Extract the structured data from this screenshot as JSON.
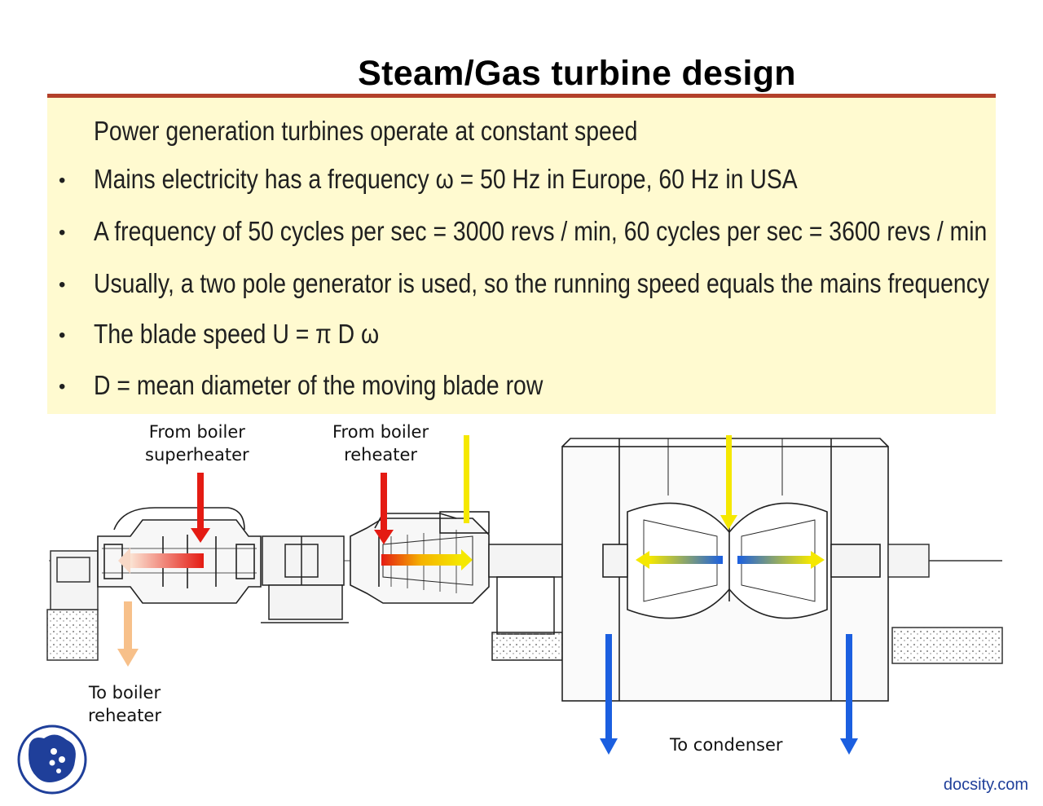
{
  "slide": {
    "title": "Steam/Gas turbine design",
    "intro": "Power generation turbines operate at constant speed",
    "bullets": [
      "Mains electricity has a frequency ω = 50 Hz in Europe, 60 Hz in USA",
      "A frequency of 50 cycles per sec = 3000 revs / min, 60 cycles per sec = 3600 revs / min",
      "Usually, a two pole generator is used, so the running speed equals the mains frequency",
      "The blade speed U = π D ω",
      "D = mean diameter of the moving blade row"
    ],
    "bullet_glyph": "•"
  },
  "diagram": {
    "labels": {
      "hp_inlet_line1": "From boiler",
      "hp_inlet_line2": "superheater",
      "ip_inlet_line1": "From boiler",
      "ip_inlet_line2": "reheater",
      "hp_exhaust_line1": "To boiler",
      "hp_exhaust_line2": "reheater",
      "lp_exhaust": "To condenser"
    },
    "colors": {
      "red": "#e41b13",
      "yellow": "#f5e800",
      "blue": "#1b5fe0",
      "peach": "#f7c08a"
    }
  },
  "footer": {
    "brand": "docsity.com"
  },
  "theme": {
    "rule": "#b3402a",
    "panel": "#fffad0",
    "brand": "#1f3f9a"
  }
}
